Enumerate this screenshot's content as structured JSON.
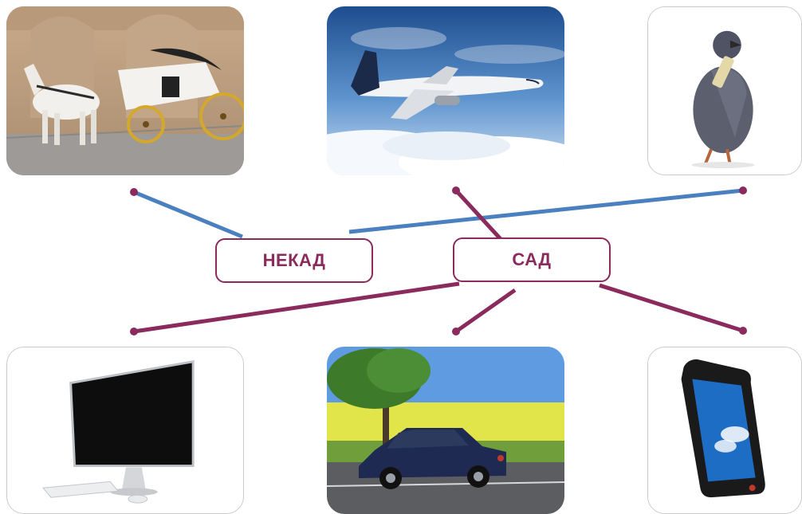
{
  "labels": {
    "nekad": "НЕКАД",
    "sad": "САД"
  },
  "colors": {
    "past_line": "#4a7fc0",
    "present_line": "#8b2a5c",
    "dot": "#8b2a5c",
    "box_border": "#8b2a5c"
  },
  "pictures": [
    {
      "id": "carriage",
      "icon": "horse-carriage-icon"
    },
    {
      "id": "airplane",
      "icon": "airplane-icon"
    },
    {
      "id": "pigeon",
      "icon": "carrier-pigeon-icon"
    },
    {
      "id": "computer",
      "icon": "computer-monitor-icon"
    },
    {
      "id": "car",
      "icon": "car-icon"
    },
    {
      "id": "phone",
      "icon": "smartphone-icon"
    }
  ],
  "connections": [
    {
      "from": "carriage",
      "to": "nekad",
      "color": "past_line"
    },
    {
      "from": "pigeon",
      "to": "nekad",
      "color": "past_line"
    },
    {
      "from": "airplane",
      "to": "sad",
      "color": "present_line"
    },
    {
      "from": "computer",
      "to": "sad",
      "color": "present_line"
    },
    {
      "from": "car",
      "to": "sad",
      "color": "present_line"
    },
    {
      "from": "phone",
      "to": "sad",
      "color": "present_line"
    }
  ]
}
